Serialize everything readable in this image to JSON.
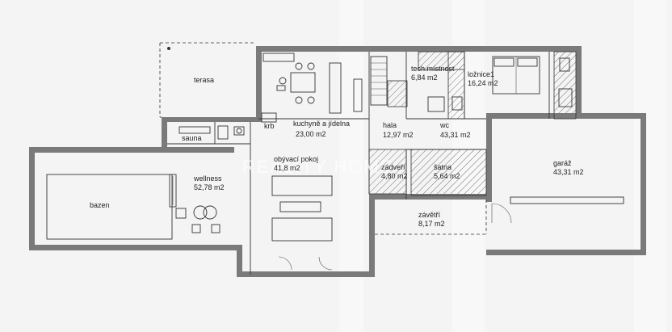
{
  "rooms": {
    "terasa": "terasa",
    "kuchyne_name": "kuchyně a jídelna",
    "kuchyne_area": "23,00 m2",
    "krb": "krb",
    "tech_name": "tech.místnost",
    "tech_area": "6,84 m2",
    "loznice_name": "ložnice1",
    "loznice_area": "16,24 m2",
    "hala_name": "hala",
    "hala_area": "12,97 m2",
    "wc_name": "wc",
    "wc_area": "43,31 m2",
    "sauna": "sauna",
    "obyvaci_name": "obývací pokoj",
    "obyvaci_area": "41,8 m2",
    "wellness_name": "wellness",
    "wellness_area": "52,78 m2",
    "bazen": "bazen",
    "zadveri_name": "zádveří",
    "zadveri_area": "4,80 m2",
    "satna_name": "šatna",
    "satna_area": "5,64 m2",
    "garaz_name": "garáž",
    "garaz_area": "43,31 m2",
    "zavetri_name": "závětří",
    "zavetri_area": "8,17 m2"
  },
  "watermark": "REALITY HOME"
}
